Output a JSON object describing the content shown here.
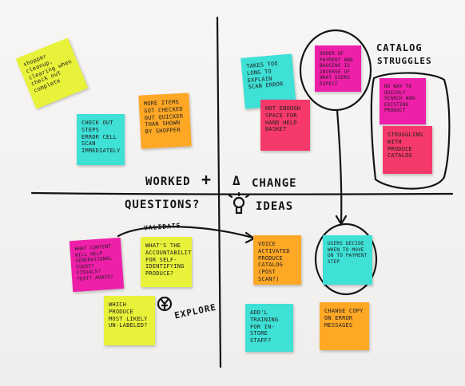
{
  "labels": {
    "worked": "WORKED",
    "plus": "+",
    "delta": "Δ",
    "change": "CHANGE",
    "questions": "QUESTIONS?",
    "ideas": "IDEAS",
    "validate": "VALIDATE",
    "explore": "EXPLORE",
    "catalog": "CATALOG",
    "struggles": "STRUGGLES"
  },
  "notes": {
    "shopper_cleanup": "shopper cleanup, clearing when check out complete",
    "check_out_steps": "CHECK OUT STEPS ERROR CELL SCAN IMMEDIATELY",
    "more_items": "MORE ITEMS GOT CHECKED OUT QUICKER THAN SHOWN BY SHOPPER",
    "takes_too_long": "TAKES TOO LONG TO EXPLAIN SCAN ERROR",
    "not_enough_space": "NOT ENOUGH SPACE FOR HAND HELD BASKET",
    "order_of_payment": "ORDER OF PAYMENT AND BAGGING IS INVERSE OF WHAT USERS EXPECT",
    "no_way_to_search": "NO WAY TO QUICKLY SEARCH NON-EXISTING PRODUCT",
    "struggling_with": "STRUGGLING WITH PRODUCE CATALOG",
    "what_content": "WHAT CONTENT WILL HELP GENERATIONAL USERS? VISUALS? TEXT? AUDIO?",
    "accountability": "WHAT'S THE ACCOUNTABILITY FOR SELF-IDENTIFYING PRODUCE?",
    "which_produce": "WHICH PRODUCE MOST LIKELY UN-LABELED?",
    "voice_activated": "VOICE ACTIVATED PRODUCE CATALOG (POST SCAN?)",
    "users_decide": "USERS DECIDE WHEN TO MOVE ON TO PAYMENT STEP",
    "add_training": "ADD'L TRAINING FOR IN-STORE STAFF?",
    "change_copy": "CHANGE COPY ON ERROR MESSAGES"
  },
  "colors": {
    "yellow": "#e8f23a",
    "cyan": "#3fe0d6",
    "orange": "#ffa826",
    "magenta": "#ee1fa9",
    "pink": "#f6396b",
    "ink": "#141414"
  },
  "icons": [
    "lightbulb-icon",
    "yen-circle-icon",
    "arrow-icon"
  ]
}
